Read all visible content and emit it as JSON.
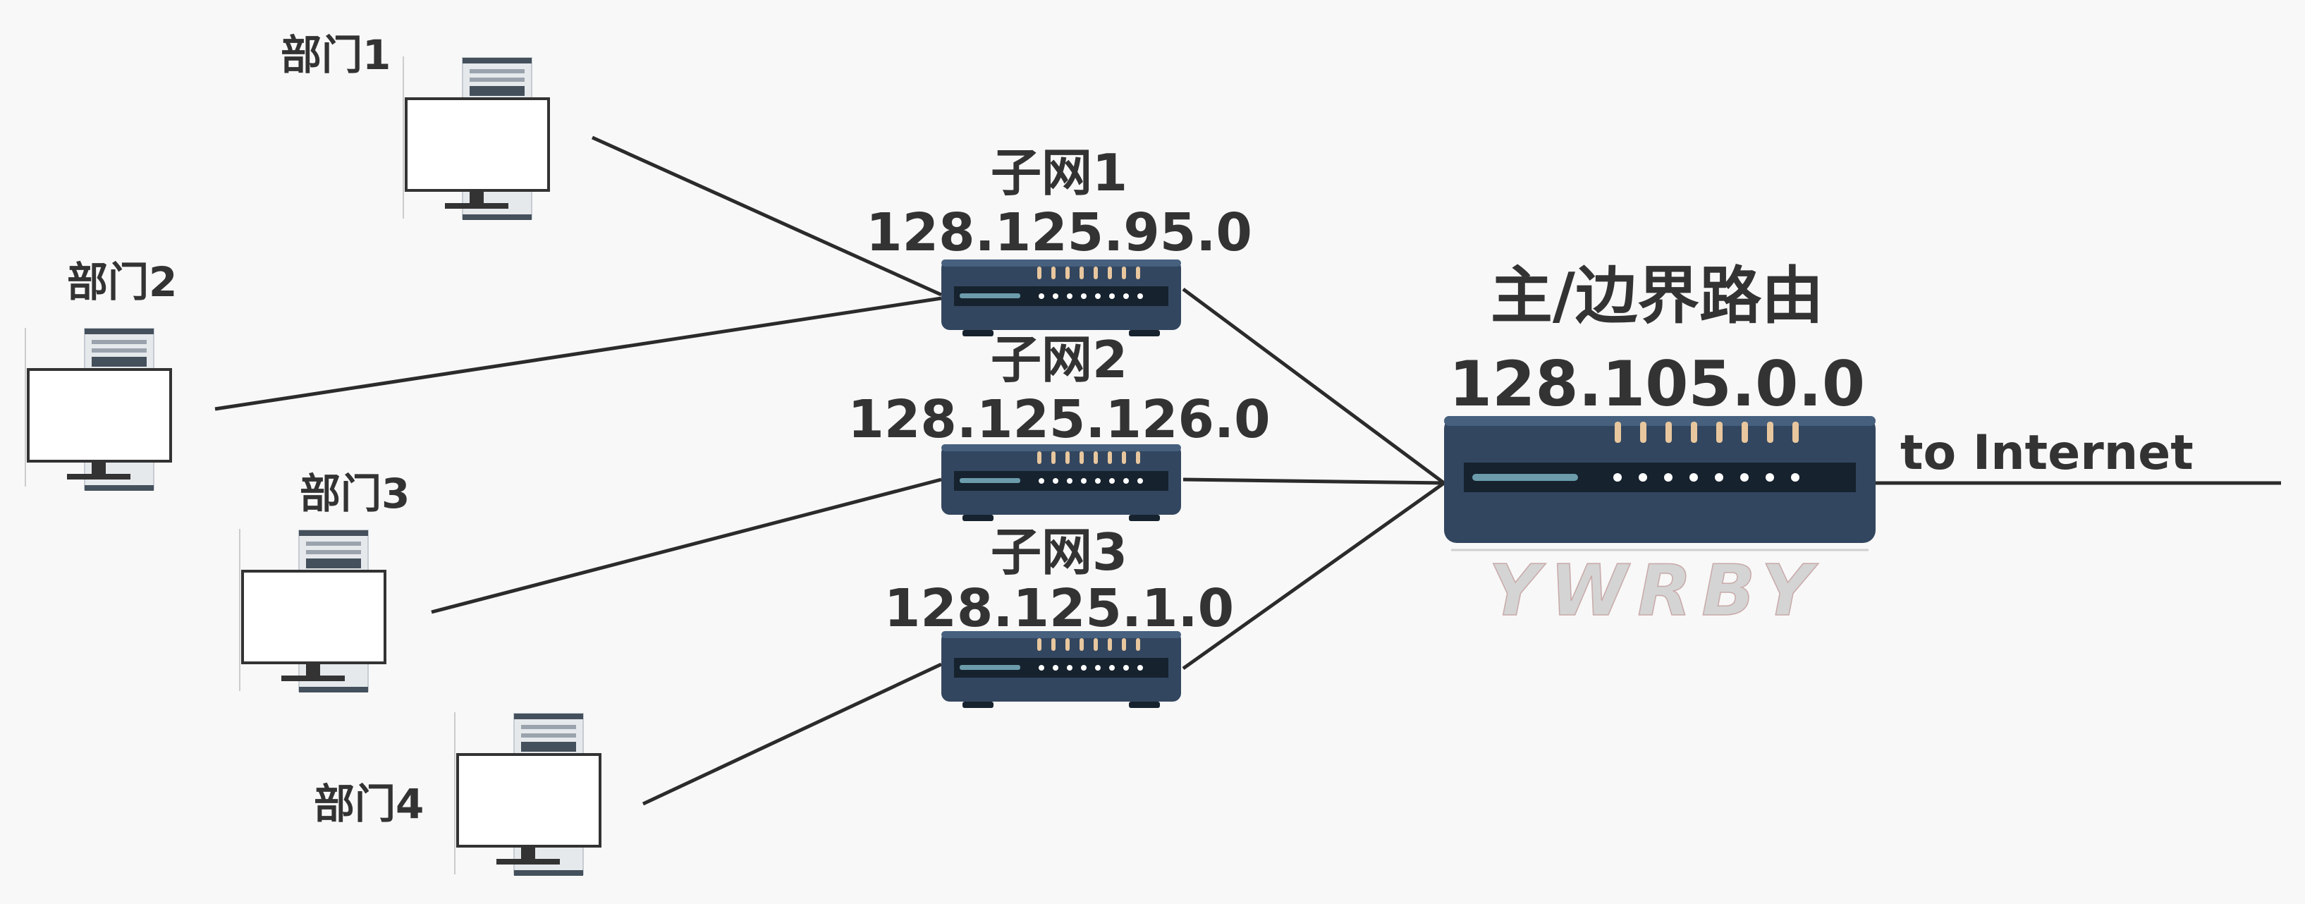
{
  "departments": [
    {
      "label": "部门1"
    },
    {
      "label": "部门2"
    },
    {
      "label": "部门3"
    },
    {
      "label": "部门4"
    }
  ],
  "subnets": [
    {
      "name": "子网1",
      "ip": "128.125.95.0"
    },
    {
      "name": "子网2",
      "ip": "128.125.126.0"
    },
    {
      "name": "子网3",
      "ip": "128.125.1.0"
    }
  ],
  "main_router": {
    "name": "主/边界路由",
    "ip": "128.105.0.0"
  },
  "internet_label": "to Internet",
  "watermark": "YWRBY",
  "colors": {
    "line": "#2b2b2b",
    "router_body": "#33465f",
    "router_panel": "#16222e",
    "router_led": "#e8c79e",
    "router_accent": "#6c9cab",
    "monitor_frame": "#333333",
    "tower_body": "#e6e9ec",
    "tower_stripe": "#44505c",
    "power_dot": "#3d7fe0",
    "text": "#333333"
  },
  "icons": {
    "department": "desktop-computer-icon",
    "subnet": "network-router-icon",
    "main": "border-router-icon"
  }
}
